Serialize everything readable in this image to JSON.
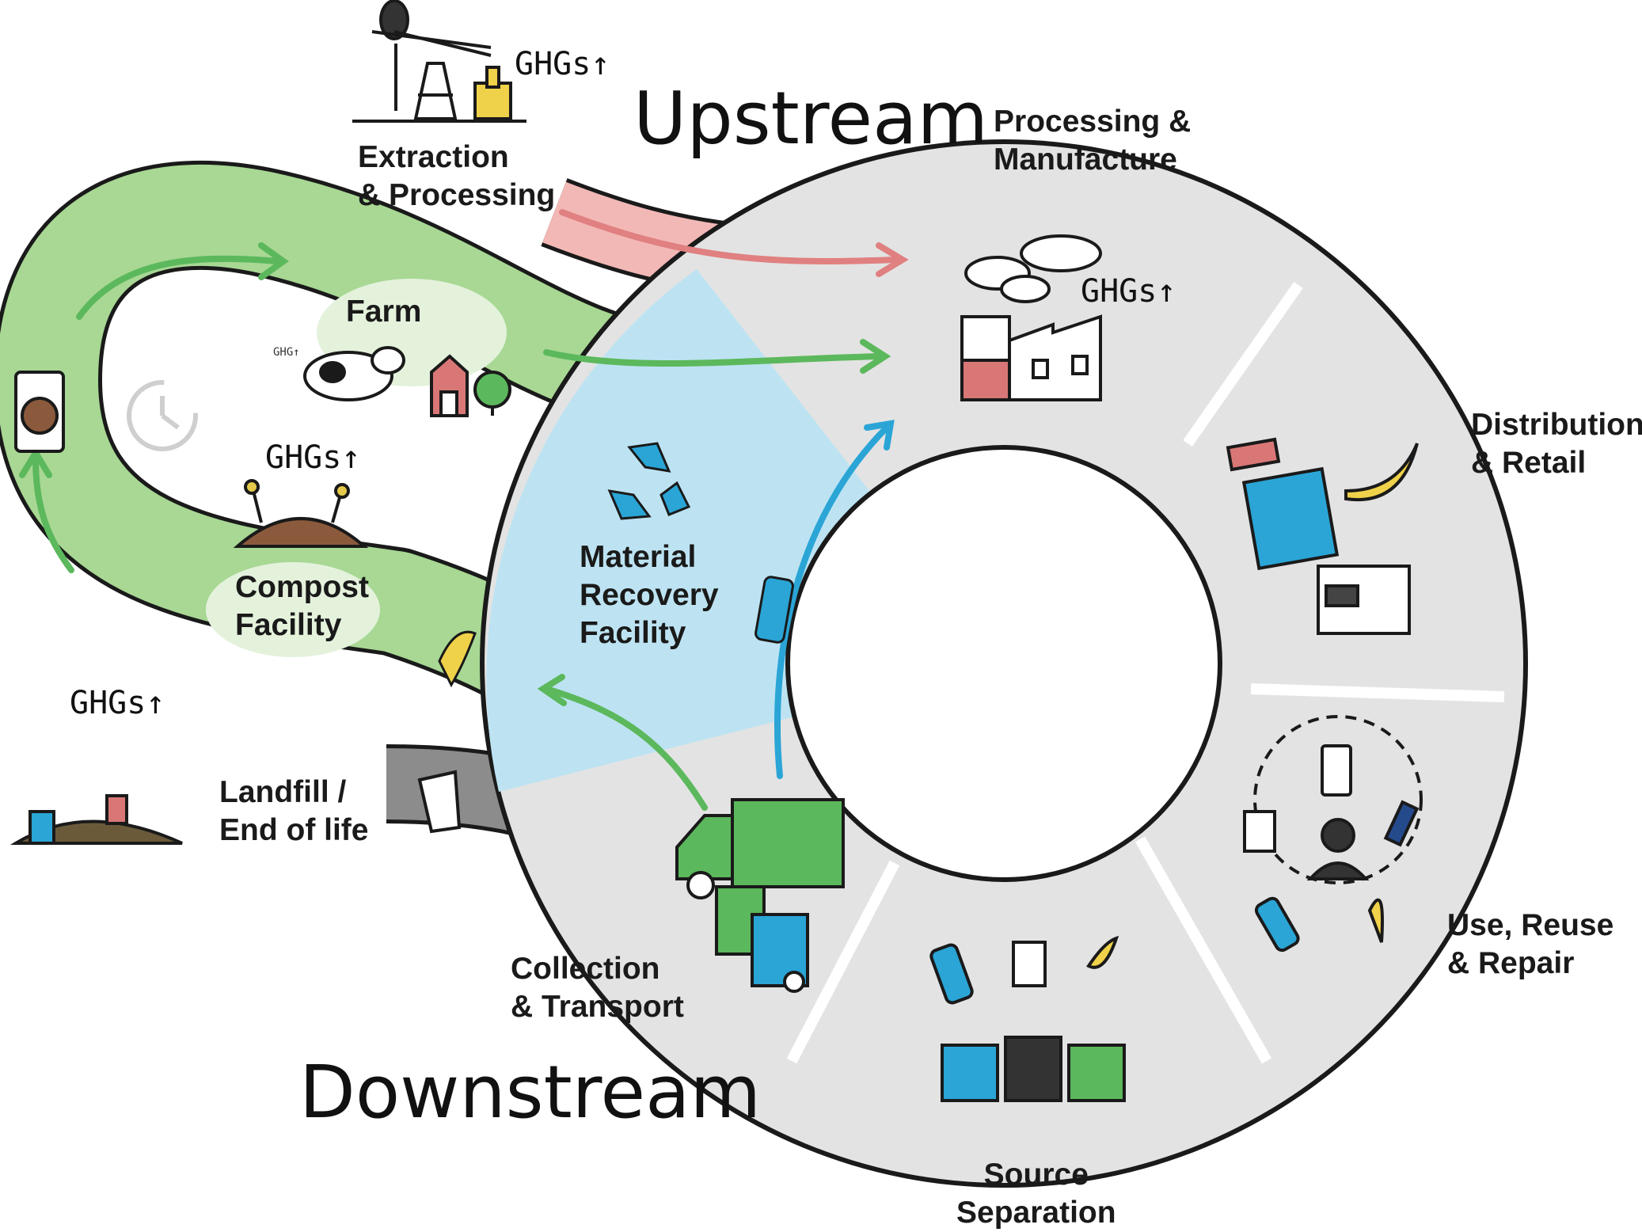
{
  "titles": {
    "upstream": "Upstream",
    "downstream": "Downstream"
  },
  "stages": {
    "extraction_line1": "Extraction",
    "extraction_line2": "& Processing",
    "processing_line1": "Processing &",
    "processing_line2": "Manufacture",
    "distribution_line1": "Distribution",
    "distribution_line2": "& Retail",
    "use_line1": "Use, Reuse",
    "use_line2": "& Repair",
    "source_line1": "Source",
    "source_line2": "Separation",
    "collection_line1": "Collection",
    "collection_line2": "& Transport",
    "landfill_line1": "Landfill /",
    "landfill_line2": "End of life",
    "material_line1": "Material",
    "material_line2": "Recovery",
    "material_line3": "Facility",
    "farm": "Farm",
    "compost_line1": "Compost",
    "compost_line2": "Facility"
  },
  "ghg_label": "GHGs↑",
  "ghg_small": "GHG↑",
  "colors": {
    "green_band": "#a8d894",
    "green_arrow": "#5cb85c",
    "red_band": "#f2b8b5",
    "red_arrow": "#e08080",
    "blue_band": "#bde3f2",
    "blue_arrow": "#2aa5d6",
    "gray_ring": "#e3e3e3",
    "gray_band": "#8c8c8c",
    "outline": "#1a1a1a"
  }
}
